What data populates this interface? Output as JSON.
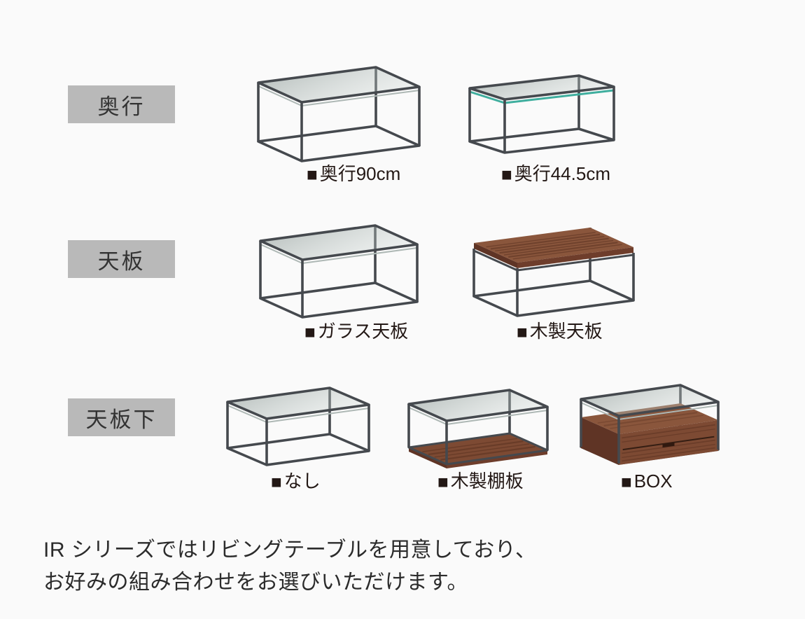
{
  "colors": {
    "background": "#fafafa",
    "label_box": "#b9b9b9",
    "label_text": "#333333",
    "caption_text": "#231815",
    "body_text": "#2b2b2b",
    "frame": "#45494e",
    "glass_dark": "#7f8d89",
    "glass_light": "#cfd8d5",
    "glass_edge_teal": "#3fae9e",
    "glass_edge_gray": "#aeb8b5",
    "wood": "#7d4a33",
    "wood_light": "#8a563c",
    "wood_mid": "#6e3d2b",
    "wood_dark": "#5f3425",
    "drawer_handle": "#30190f"
  },
  "rows": [
    {
      "label": "奥行",
      "items": [
        {
          "marker": "■",
          "caption": "奥行90cm",
          "image": "table-depth-90cm-glass"
        },
        {
          "marker": "■",
          "caption": "奥行44.5cm",
          "image": "table-depth-44-5cm-glass"
        }
      ]
    },
    {
      "label": "天板",
      "items": [
        {
          "marker": "■",
          "caption": "ガラス天板",
          "image": "table-glass-top"
        },
        {
          "marker": "■",
          "caption": "木製天板",
          "image": "table-wood-top"
        }
      ]
    },
    {
      "label": "天板下",
      "items": [
        {
          "marker": "■",
          "caption": "なし",
          "image": "table-under-none"
        },
        {
          "marker": "■",
          "caption": "木製棚板",
          "image": "table-under-wood-shelf"
        },
        {
          "marker": "■",
          "caption": "BOX",
          "image": "table-under-box"
        }
      ]
    }
  ],
  "intro": {
    "line1": "IR シリーズではリビングテーブルを用意しており、",
    "line2": "お好みの組み合わせをお選びいただけます。"
  }
}
